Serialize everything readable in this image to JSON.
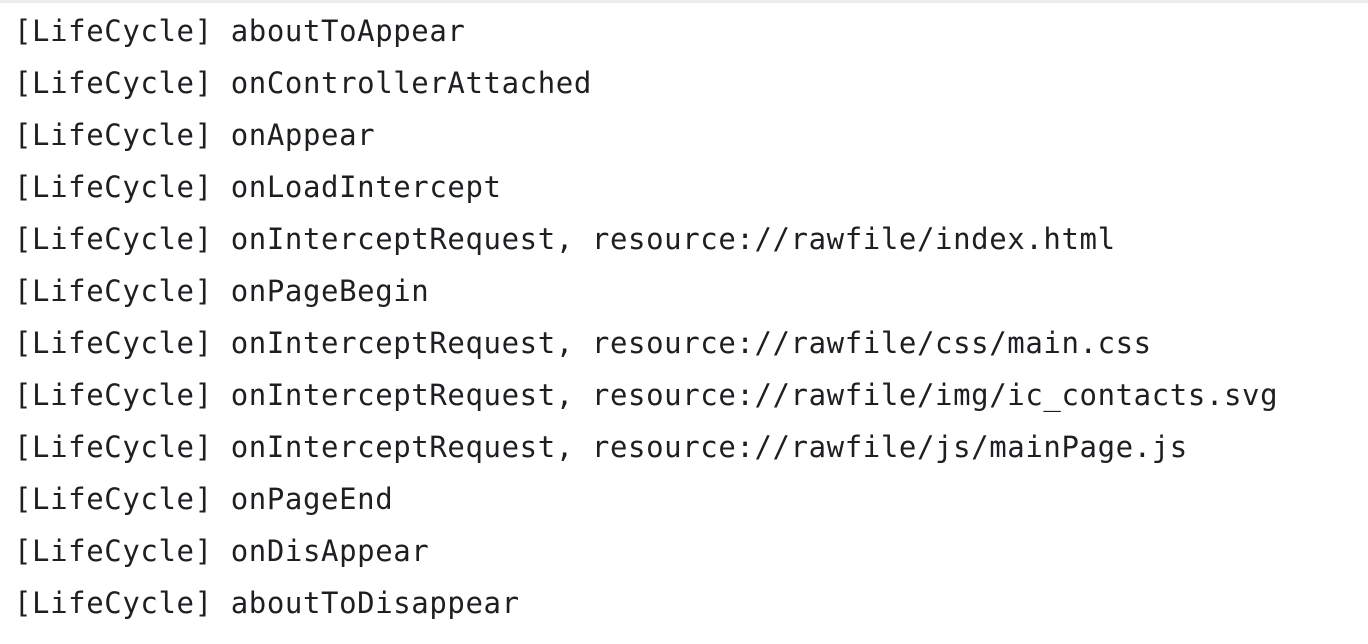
{
  "console": {
    "lines": [
      "[LifeCycle] aboutToAppear",
      "[LifeCycle] onControllerAttached",
      "[LifeCycle] onAppear",
      "[LifeCycle] onLoadIntercept",
      "[LifeCycle] onInterceptRequest, resource://rawfile/index.html",
      "[LifeCycle] onPageBegin",
      "[LifeCycle] onInterceptRequest, resource://rawfile/css/main.css",
      "[LifeCycle] onInterceptRequest, resource://rawfile/img/ic_contacts.svg",
      "[LifeCycle] onInterceptRequest, resource://rawfile/js/mainPage.js",
      "[LifeCycle] onPageEnd",
      "[LifeCycle] onDisAppear",
      "[LifeCycle] aboutToDisappear"
    ]
  }
}
